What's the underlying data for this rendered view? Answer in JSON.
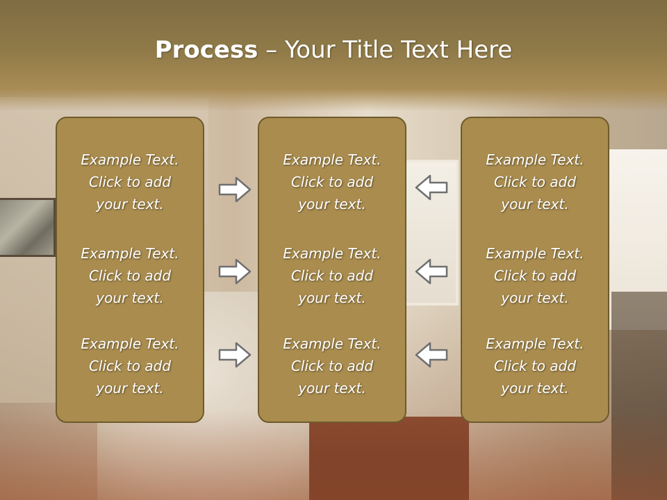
{
  "slide": {
    "title_bold": "Process",
    "title_rest": " – Your Title Text Here"
  },
  "columns": [
    {
      "items": [
        {
          "lines": [
            "Example Text.",
            "Click  to add",
            "your text."
          ]
        },
        {
          "lines": [
            "Example Text.",
            "Click  to add",
            "your text."
          ]
        },
        {
          "lines": [
            "Example Text.",
            "Click  to add",
            "your text."
          ]
        }
      ]
    },
    {
      "items": [
        {
          "lines": [
            "Example Text.",
            "Click  to add",
            "your text."
          ]
        },
        {
          "lines": [
            "Example Text.",
            "Click  to add",
            "your text."
          ]
        },
        {
          "lines": [
            "Example Text.",
            "Click  to add",
            "your text."
          ]
        }
      ]
    },
    {
      "items": [
        {
          "lines": [
            "Example Text.",
            "Click  to add",
            "your text."
          ]
        },
        {
          "lines": [
            "Example Text.",
            "Click  to add",
            "your text."
          ]
        },
        {
          "lines": [
            "Example Text.",
            "Click  to add",
            "your text."
          ]
        }
      ]
    }
  ],
  "arrows": {
    "left_group": "right-arrow-icon",
    "right_group": "left-arrow-icon"
  },
  "colors": {
    "box_fill": "#a98c4e",
    "box_border": "#6e5a2c",
    "title_band": "#8f7a48",
    "text": "#ffffff",
    "arrow_stroke": "#6f6f6f",
    "arrow_fill": "#ffffff"
  }
}
